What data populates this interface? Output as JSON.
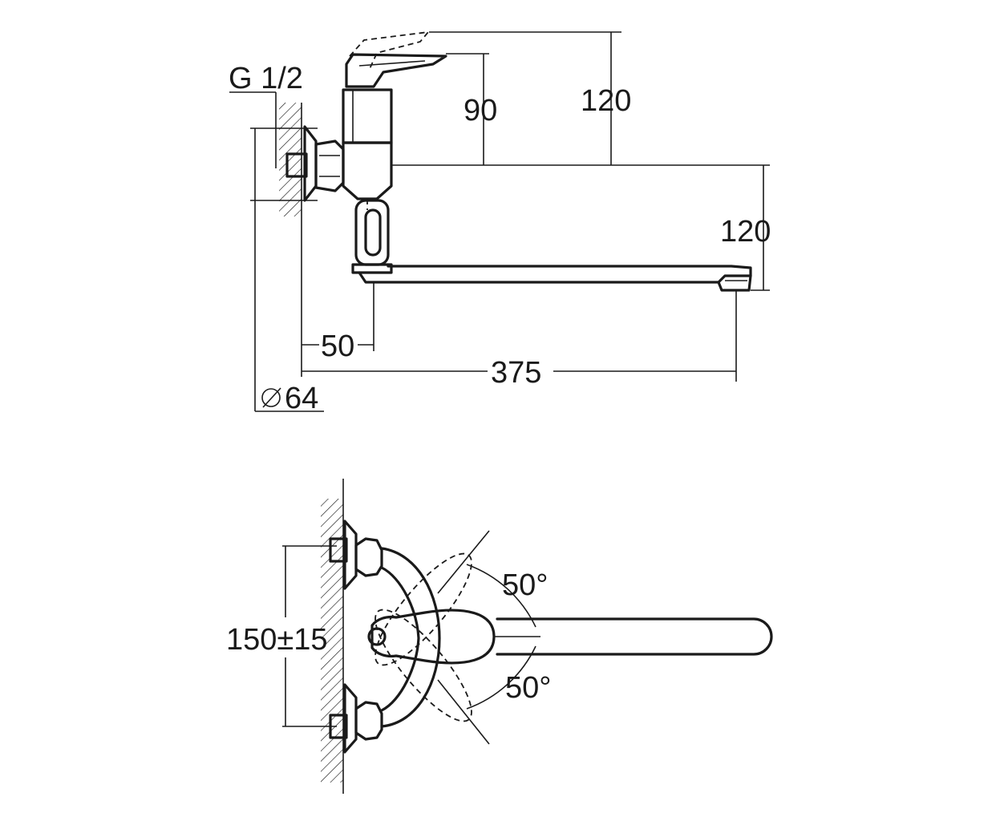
{
  "side_view": {
    "thread_label": "G 1/2",
    "handle_height": "90",
    "total_height": "120",
    "spout_drop": "120",
    "wall_offset": "50",
    "spout_reach": "375",
    "flange_diameter": "64"
  },
  "top_view": {
    "center_distance": "150±15",
    "swivel_angle_upper": "50°",
    "swivel_angle_lower": "50°"
  },
  "colors": {
    "line": "#1a1a1a",
    "background": "#ffffff"
  }
}
